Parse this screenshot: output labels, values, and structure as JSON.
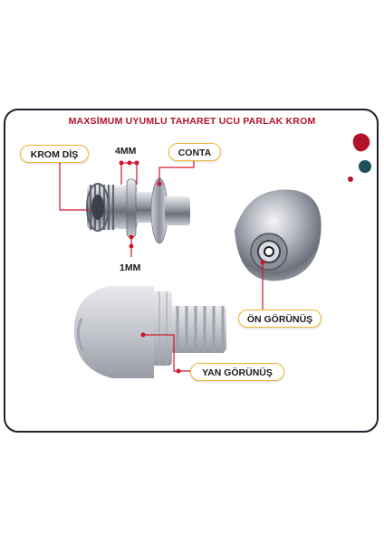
{
  "title": "MAXSİMUM UYUMLU TAHARET UCU PARLAK KROM",
  "labels": {
    "krom_dis": "KROM DİŞ",
    "mm4": "4MM",
    "conta": "CONTA",
    "mm1": "1MM",
    "on_gorunus": "ÖN GÖRÜNÜŞ",
    "yan_gorunus": "YAN GÖRÜNÜŞ"
  },
  "colors": {
    "title": "#b3132a",
    "pill_border": "#f0b530",
    "callout": "#d0142c",
    "logo_red": "#b3132a",
    "logo_teal": "#1f4f5a"
  }
}
